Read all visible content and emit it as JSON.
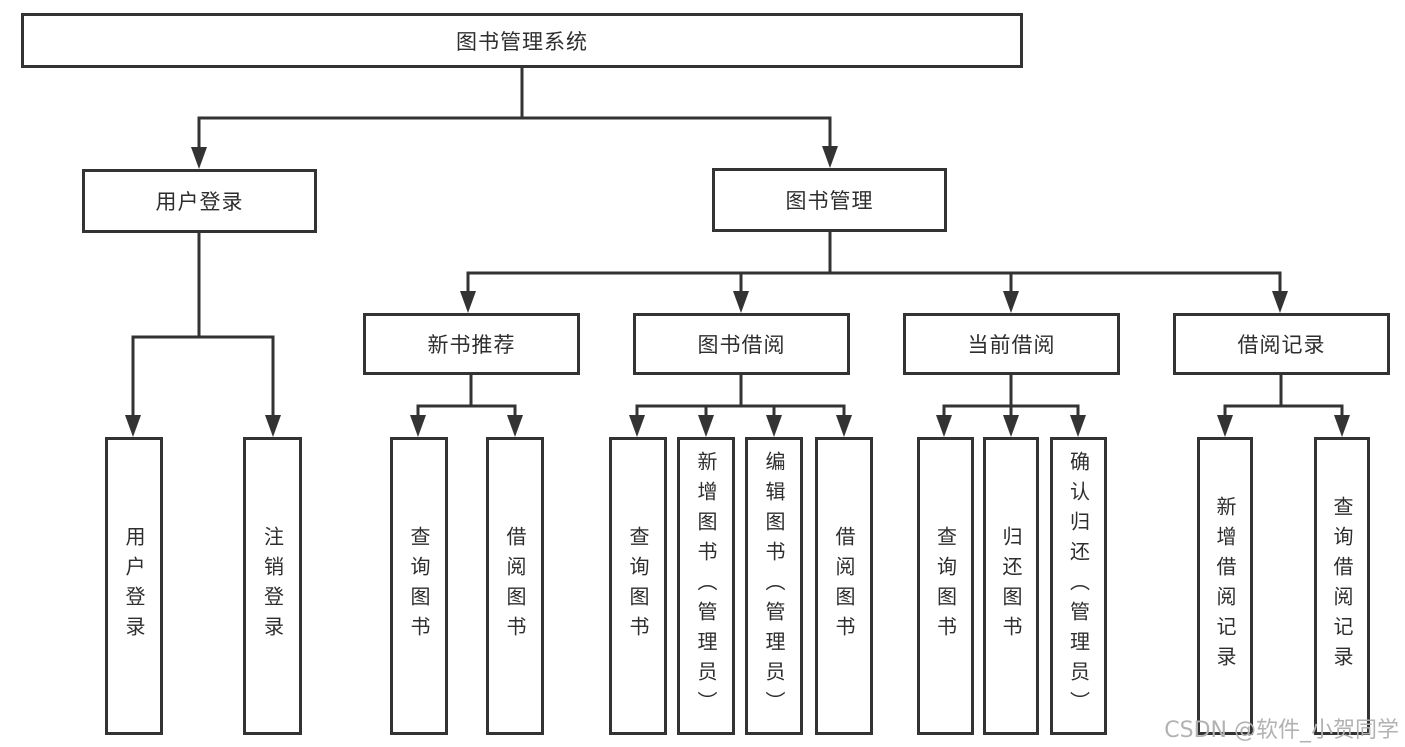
{
  "diagram": {
    "root": {
      "label": "图书管理系统"
    },
    "level2": [
      {
        "label": "用户登录"
      },
      {
        "label": "图书管理"
      }
    ],
    "level3": [
      {
        "label": "新书推荐"
      },
      {
        "label": "图书借阅"
      },
      {
        "label": "当前借阅"
      },
      {
        "label": "借阅记录"
      }
    ],
    "leaves": {
      "user_login": [
        "用户登录",
        "注销登录"
      ],
      "new_book": [
        "查询图书",
        "借阅图书"
      ],
      "book_borrow": [
        "查询图书",
        "新增图书（管理员）",
        "编辑图书（管理员）",
        "借阅图书"
      ],
      "current_borrow": [
        "查询图书",
        "归还图书",
        "确认归还（管理员）"
      ],
      "borrow_records": [
        "新增借阅记录",
        "查询借阅记录"
      ]
    }
  },
  "watermark": "CSDN @软件_小贺同学",
  "colors": {
    "line": "#333333",
    "text": "#2e2e2e",
    "background": "#ffffff",
    "watermark": "#b2b2b2"
  }
}
